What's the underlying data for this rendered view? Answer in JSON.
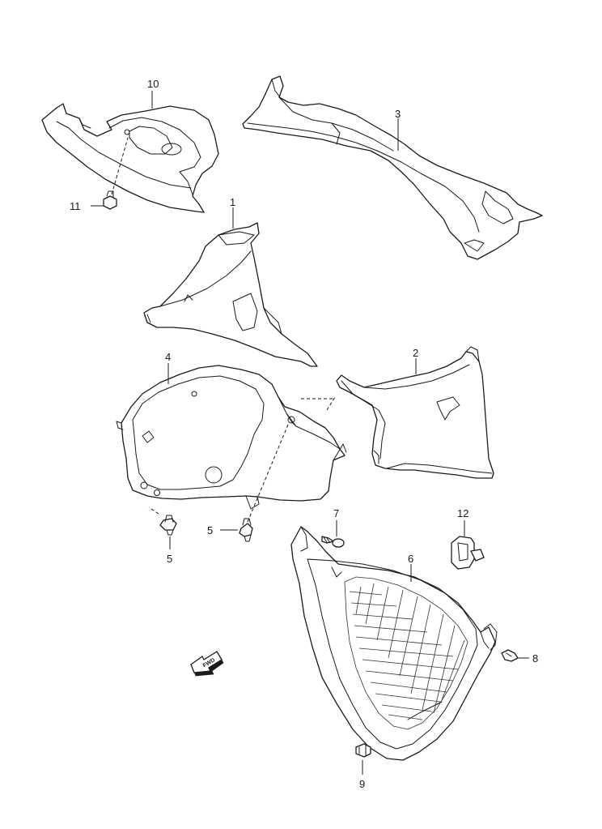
{
  "callouts": {
    "c1": "1",
    "c2": "2",
    "c3": "3",
    "c4": "4",
    "c5a": "5",
    "c5b": "5",
    "c6": "6",
    "c7": "7",
    "c8": "8",
    "c9": "9",
    "c10": "10",
    "c11": "11",
    "c12": "12"
  },
  "direction_marker": {
    "label": "FWD",
    "icon": "forward-arrow-icon"
  },
  "colors": {
    "line": "#1a1a1a",
    "background": "#ffffff"
  }
}
